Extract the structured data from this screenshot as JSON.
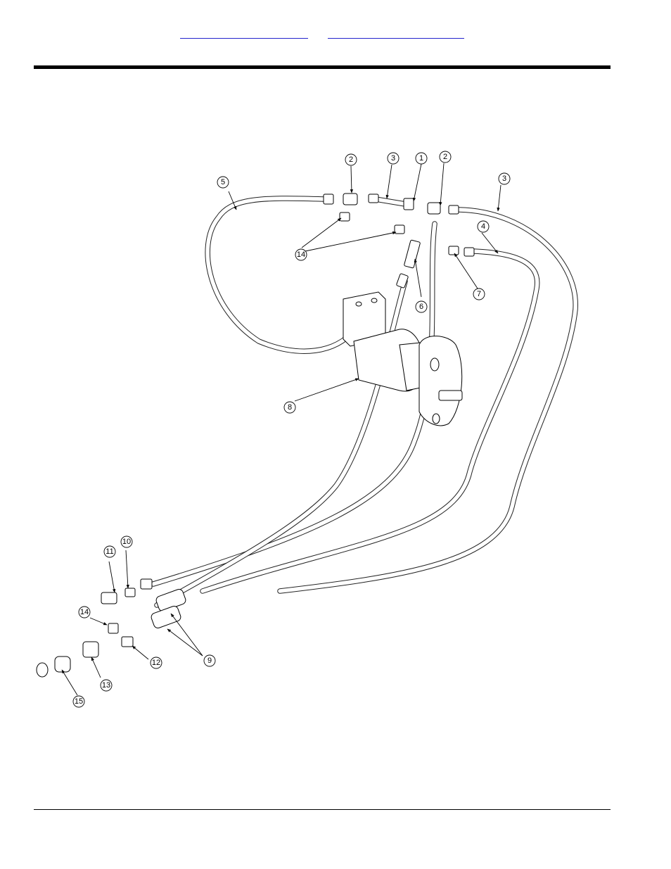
{
  "header": {
    "link_1": "",
    "link_2": ""
  },
  "diagram": {
    "callouts": [
      "1",
      "2",
      "2",
      "3",
      "3",
      "4",
      "5",
      "6",
      "7",
      "8",
      "9",
      "10",
      "11",
      "12",
      "13",
      "14",
      "14",
      "15"
    ]
  }
}
